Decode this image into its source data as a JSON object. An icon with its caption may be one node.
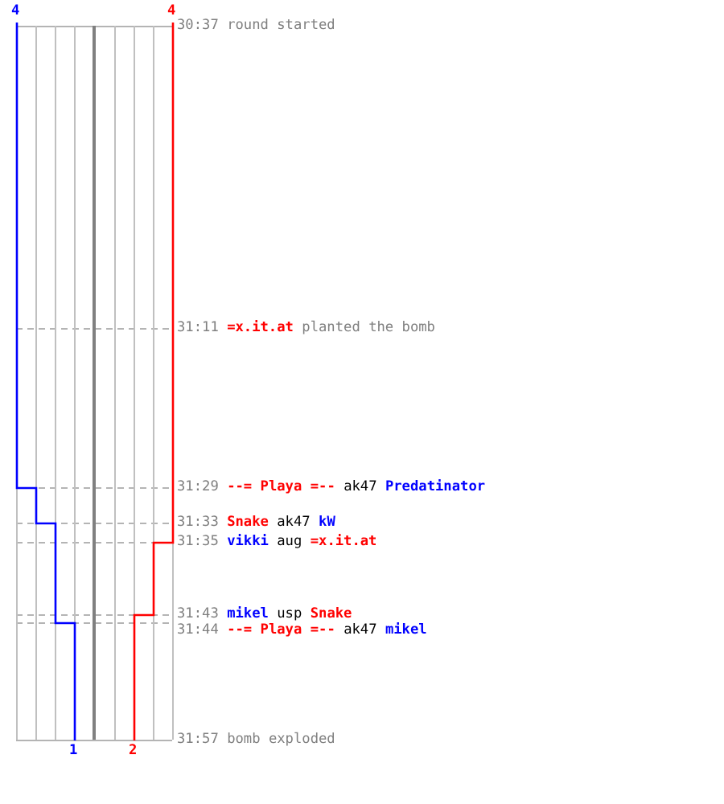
{
  "diagram": {
    "labels": [
      "4",
      "4",
      "30:37 round started",
      "31:11 =x.it.at planted the bomb",
      "31:29 --= Playa =-- ak47 Predatinator",
      "31:33 Snake ak47 kW",
      "31:35 vikki aug =x.it.at",
      "31:43 mikel usp Snake",
      "31:44 --= Playa =-- ak47 mikel",
      "31:57 bomb exploded",
      "1",
      "2"
    ]
  }
}
